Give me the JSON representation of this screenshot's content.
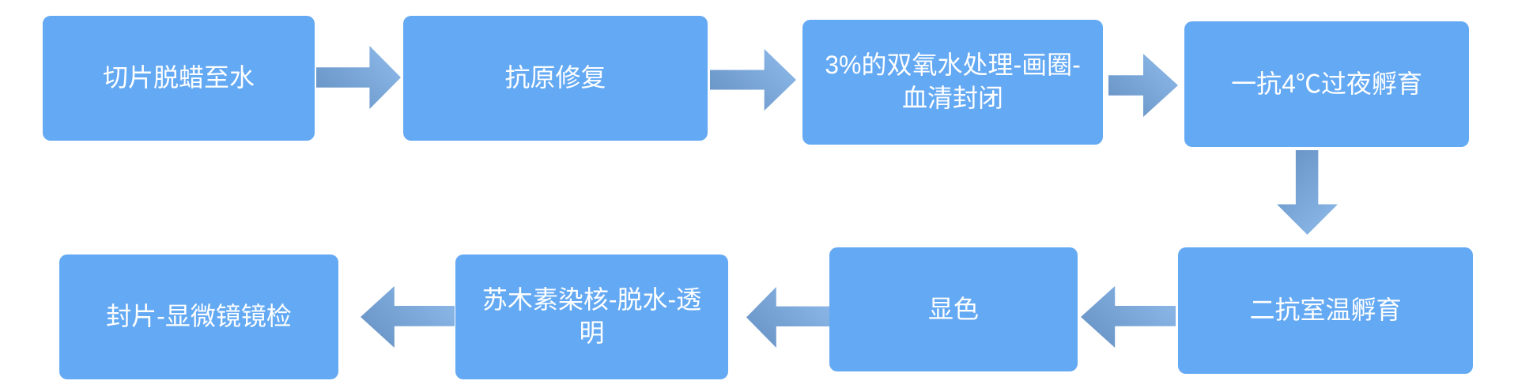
{
  "flowchart": {
    "background_color": "#FFFFFF",
    "node_fill_color": "#64A9F3",
    "node_text_color": "#FFFFFF",
    "arrow_gradient_dark": "#6590C2",
    "arrow_gradient_light": "#8FBCEC",
    "nodes": [
      {
        "label": "切片脱蜡至水"
      },
      {
        "label": "抗原修复"
      },
      {
        "label": "3%的双氧水处理-画圈-\n血清封闭"
      },
      {
        "label": "一抗4℃过夜孵育"
      },
      {
        "label": "二抗室温孵育"
      },
      {
        "label": "显色"
      },
      {
        "label": "苏木素染核-脱水-透\n明"
      },
      {
        "label": "封片-显微镜镜检"
      }
    ],
    "connectors": [
      {
        "from": 1,
        "to": 2,
        "direction": "right"
      },
      {
        "from": 2,
        "to": 3,
        "direction": "right"
      },
      {
        "from": 3,
        "to": 4,
        "direction": "right"
      },
      {
        "from": 4,
        "to": 5,
        "direction": "down"
      },
      {
        "from": 5,
        "to": 6,
        "direction": "left"
      },
      {
        "from": 6,
        "to": 7,
        "direction": "left"
      },
      {
        "from": 7,
        "to": 8,
        "direction": "left"
      }
    ]
  }
}
